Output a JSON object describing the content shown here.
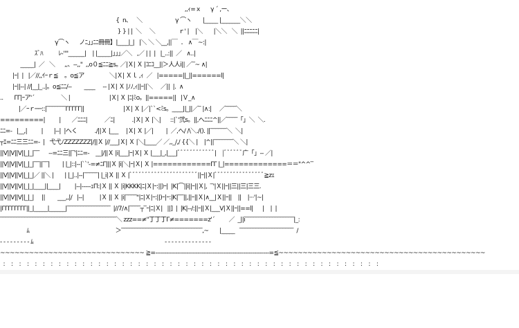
{
  "artwork": {
    "subject": "castle",
    "lines": [
      "                                                                                                                      ,,ｨ=ｘ      γ ´ ,ー､ ",
      "                                                                          {  n､     ＼                     γ ⌒ヽ       |_____ |_______＼＼",
      "                                                                           } } | |  ＼     ＼               ｒ' |    |＼       |＼＼   ＼  ||ﾆﾆﾆﾆﾆ|",
      "                                   γ⌒ヽ      ノﾆ｣｣ﾆﾆ冊冊】|____|_|   |＼ ＼ ＼__,||￣  ． ∧￣~:|",
      "                      ｽﾞﾊ          ﾚ-''\"______|    | |_____|｣｣｣／＼   ,／ | |  |   |_..:||  ／   ∧..|",
      "             _____|  ／   ＼      ,,、-‐,,\"  ,,o０≦ﾆﾆ≧s｡ ／|Ｘ| Ｘ |ｺﾆｺ__||＞人人i|| ／‾~ ∧|",
      "        |ｰ|  |   |／//,,ｲｰｒ≦    。o≦ア                ＼|Ｘ| Ｘｌ ,ｨ  ／   |=====||_||======l|",
      "        |ｰ||‐‐| //|__|_..|。o≦ﾆﾆ/‐‐        ____     ‐‐ |Ｘ| Ｘ |ﾉﾉ,ｨ||ｰ||＼     ／||  |.  ∧",
      "..       ΓΓ|ｰア'´                 ＼ |                         |Ｘ| Ｘ |ﾆ|ﾐo。||=====||   |Ｖ_∧",
      "            |／ｰｒ──::|‾‾‾‾‾‾‾ΓΓΓΓΓ||                         |Ｘ| Ｘ |／|``<ﾐs。____||_||／‾ |∧:|     ／‾‾‾‾＼",
      "=========|         |       ／ﾆﾆﾆ|           ／ﾆ|           .|Ｘ| Ｘ |＼|      ::|`'弐s。||,へﾆﾆﾆ^||／‾‾‾‾「」＼  ＼.",
      "ﾆﾆ=‐   |__,|         |       |‐‐|  |へく           ./||Ｘ |___     |Ｘ| Ｘ |／|        |  ／,へ/ /\\＼./(). ||‾‾‾‾‾‾＼  ＼|",
      "┬ｴ=ﾆﾆ三三ﾆﾆ=‐  |   弋弋ﾉZZZZZZZ|/||Ｘ |//___|Ｘ| Ｘ |＼|____／ ／,,_/,/ {{＼ |    |^||‾‾‾‾‾‾‾＼ ＼|",
      "||V||V||V||_|_|‾‾      ‐‐=ﾆﾆ三||‾'|ﾆﾆ=‐    __|/||Ｘ |i|___|ｰ|Ｘ| Ｘ |___|_,|___|ﾞﾞﾞﾞﾞﾞﾞﾞﾞﾞﾞﾞ|    |ﾞﾞﾞﾞﾞﾞ广「」‐‐ ／|",
      "||V||V||V||_|_|‾‾||‾‾|        | |_|::|‐‐|``'‐=≠ﾆΓ|||Ｘ |i|＼|ｰ|Ｘ| Ｘ |============ΓΓ |_|=============＝＝\"^^‾",
      "||V||V||V||_|_|／ ||＼ |       | |_|..|‐‐|‾‾‾‾‾| |_i|Ｘ || Ｘ |ﾞﾞﾞﾞﾞﾞﾞﾞﾞﾞﾞﾞﾞﾞﾞﾞﾞﾞﾞﾞﾞﾞ||ｰ||Ｘ|ﾞﾞﾞﾞﾞﾞﾞﾞﾞﾞﾞﾞﾞﾞﾞﾞ≧zｪ",
      "||V||V||V||_|_|____||____|         |‐‐|‐‐‐‐‐ｪΓl:|Ｘ || Ｘ |i|KKKK|ﾆ|Ｘ|ｰ:||)ｰ|  |K|⌒||i||ｰ||Ｘ|,  ‾'|Ｘ||ｰ||三||三|三三.",
      "||V||V||V||_|_|     ||        ___,,|/   |‐‐|          |Ｘ || Ｘ |i|‾‾‾‾\"|ﾆ|Ｘ|ｰ:||)ｰ|ｰ:|K|‾‾||,||ｰ||Ｘ|∧__|Ｘ||ｰ||    ||    |···'|~|",
      "|ΓΓΓΓΓΓΓΓ||_|_____|______|‾‾‾‾‾‾‾‾‾‾‾‾‾‾‾‾  |//7/∧|‾‾‾‾┬‾ｰ|ﾆ|Ｘ|   ||]  |  |K|‐‐/:||ｰ||Ｘ|___V|Ｘ||ｰ||==l|      |    |  |",
      "‾‾‾‾‾‾‾‾‾‾‾‾‾‾‾‾‾‾‾‾‾‾‾‾‾‾‾‾‾‾‾‾‾‾‾‾‾‾‾‾‾‾‾＼ zzz==≠\"丁丁丁Γ≠=======z'´         ／  _||i‾‾‾‾‾‾‾‾‾‾‾‾‾‾‾‾‾‾|_:",
      "                 ﾑ                                                       ＞‾‾‾‾‾‾‾‾‾‾‾‾‾‾‾‾‾‾‾‾‾‾‾‾‾‾‾‾‾‾,~       |_____   ‾‾‾‾‾‾‾‾‾‾‾‾‾‾‾‾‾‾‾‾  /",
      "‐ ‐ ‐ ‐ ‐ ‐ ‐ ‐ ‐ ﾑ                                                                                    ‐ ‐ ‐ ‐ ‐ ‐ ‐ ‐ ‐ ‐ ‐ ‐ ‐ ‐ ",
      "~~~~~~~~~~~~~~~~~~~~~~~~~~~~~~ ≧=‐‐‐‐‐‐‐‐‐‐‐‐‐‐‐‐‐‐‐‐‐‐‐‐‐‐‐‐‐‐‐‐‐‐‐‐‐‐‐‐‐‐‐‐‐‐‐‐‐‐‐‐‐‐‐‐‐‐‐‐‐‐=≦~~~~~~~~~~~~~~~~~~~~~~~~~~~~~~~~~~~~~~~~~~~",
      "  :    :    :    :    :    :    :    :    :    :    :    :    :    :    :    :    :    :    :    :    :    :    :    :    :    :    :    :    :    :    :    :    :    :    :    :    :    :    :    :    :    :    :    :    :    :    :    : "
    ]
  }
}
